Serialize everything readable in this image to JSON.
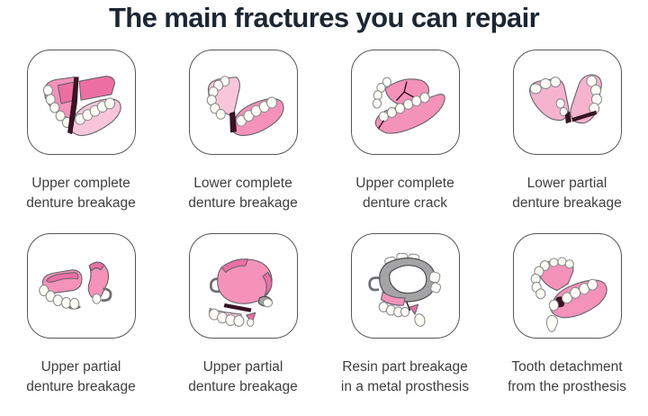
{
  "title": "The main fractures you can repair",
  "colors": {
    "title_text": "#1c2633",
    "caption_text": "#3f3f42",
    "tile_border": "#57575b",
    "gum_pink_mid": "#f492ba",
    "gum_pink_dark": "#ec6fa4",
    "gum_pink_light": "#f9c6d9",
    "tooth_white": "#fdfcf7",
    "metal_gray": "#a4a4a6",
    "crack_dark": "#3a1424",
    "background": "#ffffff"
  },
  "tiles": [
    {
      "id": "upper-complete-denture-breakage",
      "caption": "Upper complete denture breakage",
      "caption_lines": [
        "Upper complete",
        "denture breakage"
      ]
    },
    {
      "id": "lower-complete-denture-breakage",
      "caption": "Lower complete denture breakage",
      "caption_lines": [
        "Lower complete",
        "denture breakage"
      ]
    },
    {
      "id": "upper-complete-denture-crack",
      "caption": "Upper complete denture crack",
      "caption_lines": [
        "Upper complete",
        "denture crack"
      ]
    },
    {
      "id": "lower-partial-denture-breakage",
      "caption": "Lower partial denture breakage",
      "caption_lines": [
        "Lower partial",
        "denture breakage"
      ]
    },
    {
      "id": "upper-partial-denture-breakage",
      "caption": "Upper partial denture breakage",
      "caption_lines": [
        "Upper partial",
        "denture breakage"
      ]
    },
    {
      "id": "upper-partial-denture-breakage-2",
      "caption": "Upper partial denture breakage",
      "caption_lines": [
        "Upper partial",
        "denture breakage"
      ]
    },
    {
      "id": "resin-part-breakage-in-metal-prosthesis",
      "caption": "Resin part breakage in a metal prosthesis",
      "caption_lines": [
        "Resin part breakage",
        "in a metal prosthesis"
      ]
    },
    {
      "id": "tooth-detachment-from-prosthesis",
      "caption": "Tooth detachment from the prosthesis",
      "caption_lines": [
        "Tooth detachment",
        "from the prosthesis"
      ]
    }
  ]
}
